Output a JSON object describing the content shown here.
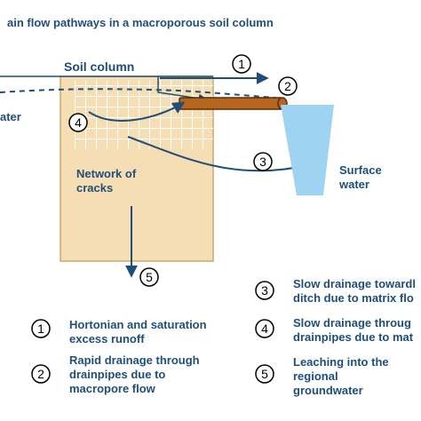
{
  "title": "ain flow pathways in a macroporous soil column",
  "soil_column_label": "Soil column",
  "groundwater_label": "ater",
  "cracks_label": [
    "Network of",
    "cracks"
  ],
  "surface_water_label": [
    "Surface",
    "water"
  ],
  "markers": [
    "1",
    "2",
    "3",
    "4",
    "5"
  ],
  "legend": [
    {
      "num": "1",
      "lines": [
        "Hortonian and saturation",
        "excess runoff"
      ]
    },
    {
      "num": "2",
      "lines": [
        "Rapid drainage through",
        "drainpipes due to",
        "macropore flow"
      ]
    },
    {
      "num": "3",
      "lines": [
        "Slow drainage towardl",
        "ditch due to matrix flo"
      ]
    },
    {
      "num": "4",
      "lines": [
        "Slow drainage throug",
        "drainpipes due to mat"
      ]
    },
    {
      "num": "5",
      "lines": [
        "Leaching into the",
        "regional",
        "groundwater"
      ]
    }
  ],
  "colors": {
    "soil_fill": "#f5deb3",
    "soil_border": "#c8a96e",
    "arrow": "#1f4e79",
    "water": "#9fd3f2",
    "drainpipe": "#b5651d"
  }
}
